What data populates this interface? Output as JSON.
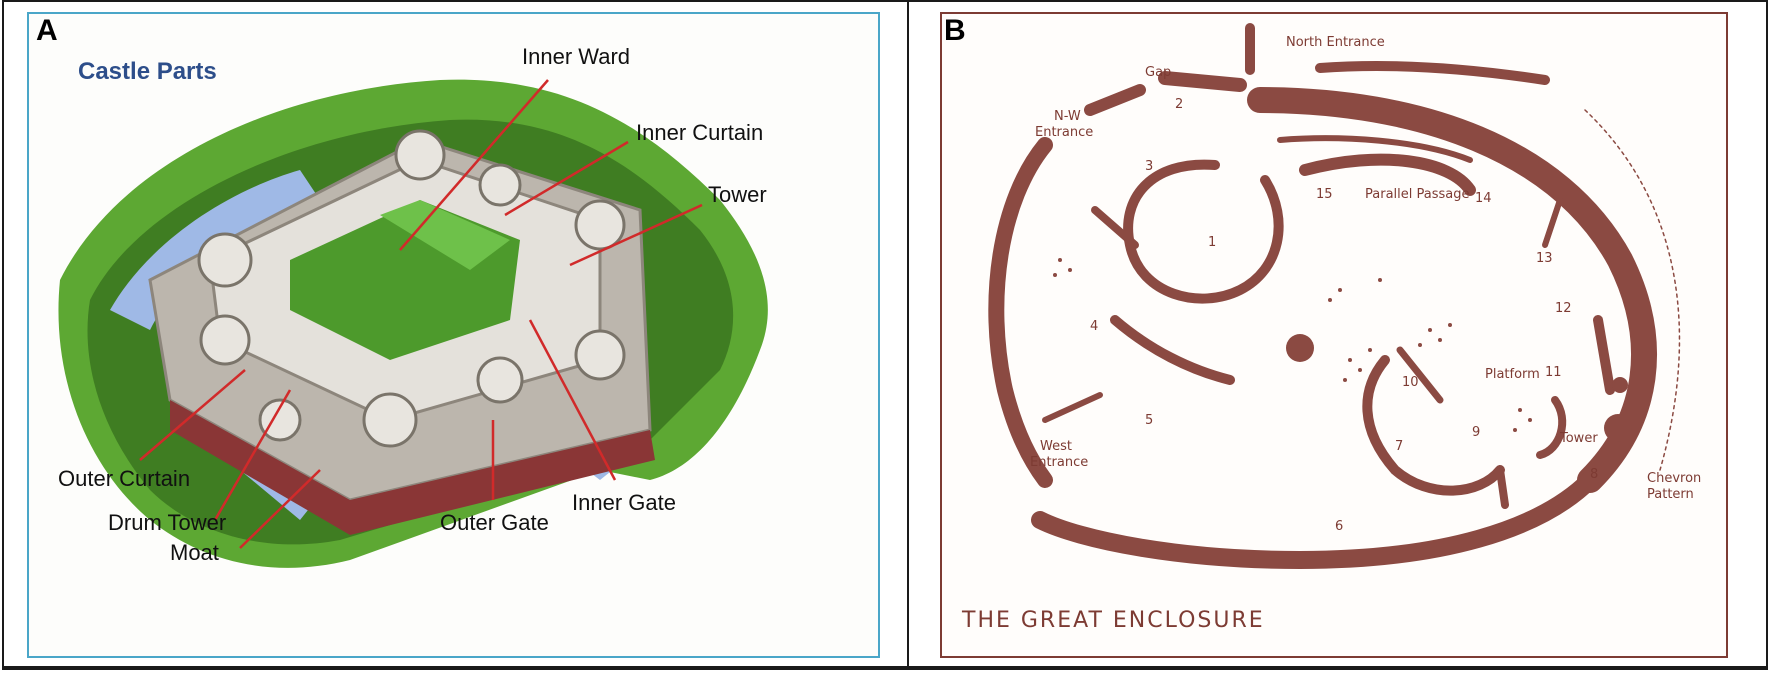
{
  "panel_a": {
    "letter": "A",
    "title": "Castle Parts",
    "labels": {
      "inner_ward": "Inner Ward",
      "inner_curtain": "Inner Curtain",
      "tower": "Tower",
      "outer_curtain": "Outer Curtain",
      "drum_tower": "Drum Tower",
      "moat": "Moat",
      "outer_gate": "Outer Gate",
      "inner_gate": "Inner Gate"
    },
    "colors": {
      "frame": "#4aa6c8",
      "title": "#2d4e8a",
      "leader": "#d12a2a",
      "grass": "#4c9a2a",
      "stone": "#d9d6cf",
      "water": "#9fb9e6"
    }
  },
  "panel_b": {
    "letter": "B",
    "title": "THE GREAT ENCLOSURE",
    "labels": {
      "north_entrance": "North Entrance",
      "gap": "Gap",
      "nw_entrance_1": "N-W",
      "nw_entrance_2": "Entrance",
      "west_entrance_1": "West",
      "west_entrance_2": "Entrance",
      "parallel_passage": "Parallel  Passage",
      "platform": "Platform",
      "tower": "Tower",
      "chevron_1": "Chevron",
      "chevron_2": "Pattern",
      "n1": "1",
      "n2": "2",
      "n3": "3",
      "n4": "4",
      "n5": "5",
      "n6": "6",
      "n7": "7",
      "n8": "8",
      "n9": "9",
      "n10": "10",
      "n11": "11",
      "n12": "12",
      "n13": "13",
      "n14": "14",
      "n15": "15"
    },
    "colors": {
      "frame": "#7d3b33",
      "wall": "#8b4a42",
      "text": "#7d3b33"
    }
  }
}
